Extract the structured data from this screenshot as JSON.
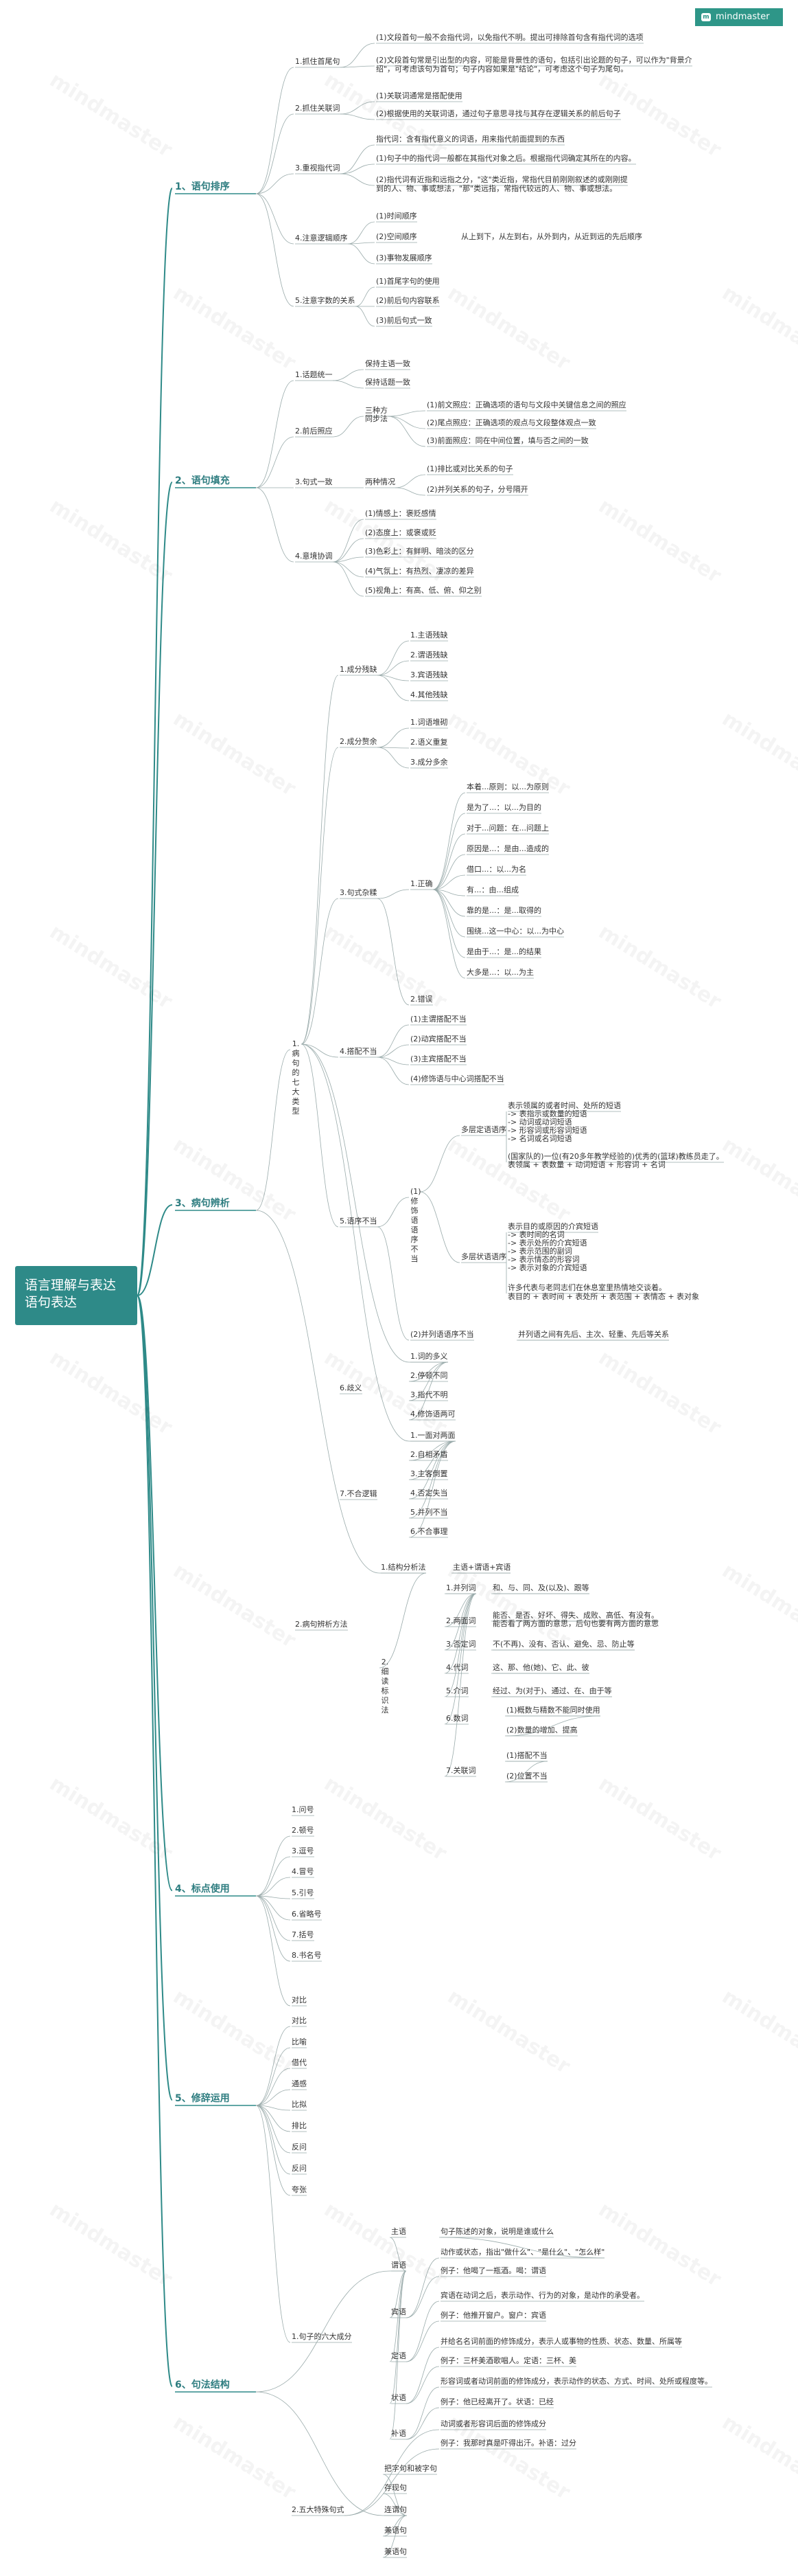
{
  "brand": "mindmaster",
  "watermark": "mindmaster",
  "root": {
    "line1": "语言理解与表达",
    "line2": "语句表达"
  },
  "sections": [
    {
      "title": "1、语句排序"
    },
    {
      "title": "2、语句填充"
    },
    {
      "title": "3、病句辨析"
    },
    {
      "title": "4、标点使用"
    },
    {
      "title": "5、修辞运用"
    },
    {
      "title": "6、句法结构"
    }
  ],
  "nodes": [
    {
      "t": "1.抓住首尾句"
    },
    {
      "t": "(1)文段首句一般不会指代词，以免指代不明。提出可排除首句含有指代词的选项"
    },
    {
      "t": "(2)文段首句常是引出型的内容，可能是背景性的语句，包括引出论题的句子，可以作为\"背景介"
    },
    {
      "t": "绍\"，可考虑该句为首句；句子内容如果是\"结论\"，可考虑这个句子为尾句。"
    },
    {
      "t": "2.抓住关联词"
    },
    {
      "t": "(1)关联词通常是搭配使用"
    },
    {
      "t": "(2)根据使用的关联词语，通过句子意思寻找与其存在逻辑关系的前后句子"
    },
    {
      "t": "3.重视指代词"
    },
    {
      "t": "指代词：含有指代意义的词语，用来指代前面提到的东西"
    },
    {
      "t": "(1)句子中的指代词一般都在其指代对象之后。根据指代词确定其所在的内容。"
    },
    {
      "t": "(2)指代词有近指和远指之分，\"这\"类近指，常指代目前刚刚叙述的或刚刚提"
    },
    {
      "t": "到的人、物、事或想法，\"那\"类远指，常指代较远的人、物、事或想法。"
    },
    {
      "t": "4.注意逻辑顺序"
    },
    {
      "t": "(1)时间顺序"
    },
    {
      "t": "(2)空间顺序"
    },
    {
      "t": "从上到下，从左到右，从外到内，从近到远的先后顺序"
    },
    {
      "t": "(3)事物发展顺序"
    },
    {
      "t": "5.注意字数的关系"
    },
    {
      "t": "(1)首尾字句的使用"
    },
    {
      "t": "(2)前后句内容联系"
    },
    {
      "t": "(3)前后句式一致"
    },
    {
      "t": "1.话题统一"
    },
    {
      "t": "保持主语一致"
    },
    {
      "t": "保持话题一致"
    },
    {
      "t": "2.前后照应"
    },
    {
      "t": "三种方"
    },
    {
      "t": "同步法"
    },
    {
      "t": "(1)前文照应：正确选项的语句与文段中关键信息之间的照应"
    },
    {
      "t": "(2)尾点照应：正确选项的观点与文段整体观点一致"
    },
    {
      "t": "(3)前面照应：同在中间位置，填与否之间的一致"
    },
    {
      "t": "3.句式一致"
    },
    {
      "t": "两种情况"
    },
    {
      "t": "(1)排比或对比关系的句子"
    },
    {
      "t": "(2)并列关系的句子，分号隔开"
    },
    {
      "t": "4.意境协调"
    },
    {
      "t": "(1)情感上：褒贬感情"
    },
    {
      "t": "(2)态度上：或褒或贬"
    },
    {
      "t": "(3)色彩上：有鲜明、暗淡的区分"
    },
    {
      "t": "(4)气氛上：有热烈、凄凉的差异"
    },
    {
      "t": "(5)视角上：有高、低、俯、仰之别"
    },
    {
      "t": "1.成分残缺"
    },
    {
      "t": "1.主语残缺"
    },
    {
      "t": "2.谓语残缺"
    },
    {
      "t": "3.宾语残缺"
    },
    {
      "t": "4.其他残缺"
    },
    {
      "t": "2.成分赘余"
    },
    {
      "t": "1.词语堆砌"
    },
    {
      "t": "2.语义重复"
    },
    {
      "t": "3.成分多余"
    },
    {
      "t": "3.句式杂糅"
    },
    {
      "t": "1.正确"
    },
    {
      "t": "本着...原则：以...为原则"
    },
    {
      "t": "是为了...：以...为目的"
    },
    {
      "t": "对于...问题：在...问题上"
    },
    {
      "t": "原因是...：是由...造成的"
    },
    {
      "t": "借口...：以...为名"
    },
    {
      "t": "有...：由...组成"
    },
    {
      "t": "靠的是...：是...取得的"
    },
    {
      "t": "围绕...这一中心：以...为中心"
    },
    {
      "t": "是由于...：是...的结果"
    },
    {
      "t": "大多是...：以...为主"
    },
    {
      "t": "2.错误"
    },
    {
      "t": "1.病句的七大类型"
    },
    {
      "t": "4.搭配不当"
    },
    {
      "t": "(1)主谓搭配不当"
    },
    {
      "t": "(2)动宾搭配不当"
    },
    {
      "t": "(3)主宾搭配不当"
    },
    {
      "t": "(4)修饰语与中心词搭配不当"
    },
    {
      "t": "5.语序不当"
    },
    {
      "t": "(1)修饰语语序不当"
    },
    {
      "t": "多层定语语序"
    },
    {
      "t": "表示领属的或者时间、处所的短语"
    },
    {
      "t": "-> 表指示或数量的短语"
    },
    {
      "t": "-> 动词或动词短语"
    },
    {
      "t": "-> 形容词或形容词短语"
    },
    {
      "t": "-> 名词或名词短语"
    },
    {
      "t": "(国家队的)一位(有20多年教学经验的)优秀的(篮球)教练员走了。"
    },
    {
      "t": "表领属 + 表数量 + 动词短语 +      形容词 + 名词"
    },
    {
      "t": "多层状语语序"
    },
    {
      "t": "表示目的或原因的介宾短语"
    },
    {
      "t": "-> 表时间的名词"
    },
    {
      "t": "-> 表示处所的介宾短语"
    },
    {
      "t": "-> 表示范围的副词"
    },
    {
      "t": "-> 表示情态的形容词"
    },
    {
      "t": "-> 表示对象的介宾短语"
    },
    {
      "t": "许多代表与老同志们在休息室里热情地交谈着。"
    },
    {
      "t": "表目的 + 表时间 + 表处所 + 表范围 + 表情态 + 表对象"
    },
    {
      "t": "(2)并列语语序不当"
    },
    {
      "t": "并列语之间有先后、主次、轻重、先后等关系"
    },
    {
      "t": "6.歧义"
    },
    {
      "t": "1.词的多义"
    },
    {
      "t": "2.停顿不同"
    },
    {
      "t": "3.指代不明"
    },
    {
      "t": "4.修饰语两可"
    },
    {
      "t": "7.不合逻辑"
    },
    {
      "t": "1.一面对两面"
    },
    {
      "t": "2.自相矛盾"
    },
    {
      "t": "3.主客倒置"
    },
    {
      "t": "4.否定失当"
    },
    {
      "t": "5.并列不当"
    },
    {
      "t": "6.不合事理"
    },
    {
      "t": "2.病句辨析方法"
    },
    {
      "t": "1.结构分析法"
    },
    {
      "t": "主语+谓语+宾语"
    },
    {
      "t": "2.细读标识法"
    },
    {
      "t": "1.并列词"
    },
    {
      "t": "和、与、同、及(以及)、跟等"
    },
    {
      "t": "2.两面词"
    },
    {
      "t": "能否、是否、好坏、得失、成败、高低、有没有。"
    },
    {
      "t": "能否看了两方面的意思，后句也要有两方面的意思"
    },
    {
      "t": "3.否定词"
    },
    {
      "t": "不(不再)、没有、否认、避免、忌、防止等"
    },
    {
      "t": "4.代词"
    },
    {
      "t": "这、那、他(她)、它、此、彼"
    },
    {
      "t": "5.介词"
    },
    {
      "t": "经过、为(对于)、通过、在、由于等"
    },
    {
      "t": "6.数词"
    },
    {
      "t": "(1)概数与精数不能同时使用"
    },
    {
      "t": "(2)数量的增加、提高"
    },
    {
      "t": "7.关联词"
    },
    {
      "t": "(1)搭配不当"
    },
    {
      "t": "(2)位置不当"
    },
    {
      "t": "1.问号"
    },
    {
      "t": "2.顿号"
    },
    {
      "t": "3.逗号"
    },
    {
      "t": "4.冒号"
    },
    {
      "t": "5.引号"
    },
    {
      "t": "6.省略号"
    },
    {
      "t": "7.括号"
    },
    {
      "t": "8.书名号"
    },
    {
      "t": "对比"
    },
    {
      "t": "对比"
    },
    {
      "t": "比喻"
    },
    {
      "t": "借代"
    },
    {
      "t": "通感"
    },
    {
      "t": "比拟"
    },
    {
      "t": "排比"
    },
    {
      "t": "反问"
    },
    {
      "t": "反问"
    },
    {
      "t": "夸张"
    },
    {
      "t": "1.句子的六大成分"
    },
    {
      "t": "主语"
    },
    {
      "t": "句子陈述的对象，说明是谁或什么"
    },
    {
      "t": "谓语"
    },
    {
      "t": "动作或状态，指出\"做什么\"、\"是什么\"、\"怎么样\""
    },
    {
      "t": "例子：他喝了一瓶酒。喝：谓语"
    },
    {
      "t": "宾语"
    },
    {
      "t": "宾语在动词之后，表示动作、行为的对象，是动作的承受者。"
    },
    {
      "t": "例子：他推开窗户。窗户：宾语"
    },
    {
      "t": "定语"
    },
    {
      "t": "并给名名词前面的修饰成分，表示人或事物的性质、状态、数量、所属等"
    },
    {
      "t": "例子：三杯美酒歌唱人。定语：三杯、美"
    },
    {
      "t": "状语"
    },
    {
      "t": "形容词或者动词前面的修饰成分，表示动作的状态、方式、时间、处所或程度等。"
    },
    {
      "t": "例子：他已经离开了。状语：已经"
    },
    {
      "t": "补语"
    },
    {
      "t": "动词或者形容词后面的修饰成分"
    },
    {
      "t": "例子：我那时真是吓得出汗。补语：过分"
    },
    {
      "t": "2.五大特殊句式"
    },
    {
      "t": "把字句和被字句"
    },
    {
      "t": "存现句"
    },
    {
      "t": "连谓句"
    },
    {
      "t": "兼语句"
    },
    {
      "t": "兼语句"
    }
  ]
}
